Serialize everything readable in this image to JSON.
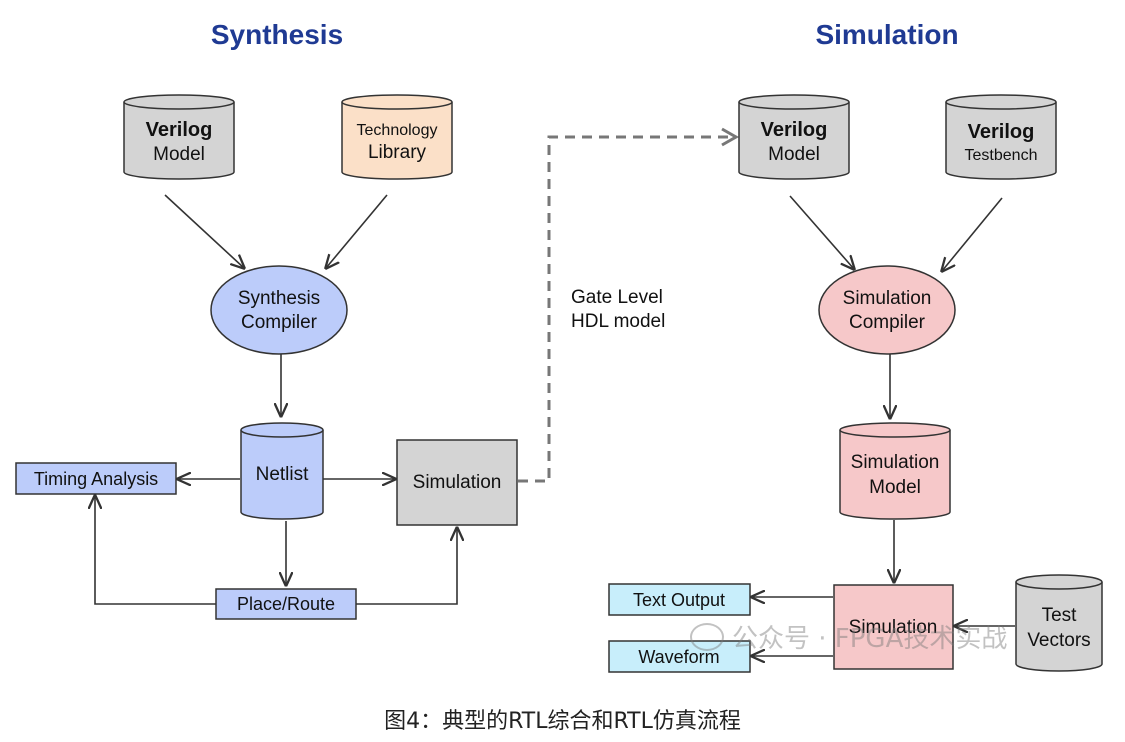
{
  "titles": {
    "synthesis": "Synthesis",
    "simulation": "Simulation"
  },
  "colors": {
    "gray": "#d4d4d4",
    "tech": "#fbe0c8",
    "blue": "#bcccfa",
    "pink": "#f6c8c9",
    "cyan": "#c8eefb",
    "title": "#1f3a93",
    "line": "#333333"
  },
  "nodes": {
    "syn_verilog_model": {
      "line1": "Verilog",
      "line2": "Model"
    },
    "tech_library": {
      "line1": "Technology",
      "line2": "Library"
    },
    "synthesis_compiler": {
      "line1": "Synthesis",
      "line2": "Compiler"
    },
    "netlist": {
      "label": "Netlist"
    },
    "timing_analysis": {
      "label": "Timing Analysis"
    },
    "place_route": {
      "label": "Place/Route"
    },
    "gate_simulation": {
      "label": "Simulation"
    },
    "gate_level_label": {
      "line1": "Gate Level",
      "line2": "HDL model"
    },
    "sim_verilog_model": {
      "line1": "Verilog",
      "line2": "Model"
    },
    "verilog_testbench": {
      "line1": "Verilog",
      "line2": "Testbench"
    },
    "simulation_compiler": {
      "line1": "Simulation",
      "line2": "Compiler"
    },
    "simulation_model": {
      "line1": "Simulation",
      "line2": "Model"
    },
    "rtl_simulation": {
      "label": "Simulation"
    },
    "test_vectors": {
      "line1": "Test",
      "line2": "Vectors"
    },
    "text_output": {
      "label": "Text Output"
    },
    "waveform": {
      "label": "Waveform"
    }
  },
  "watermark": "公众号 · FPGA技术实战",
  "caption": "图4：典型的RTL综合和RTL仿真流程"
}
